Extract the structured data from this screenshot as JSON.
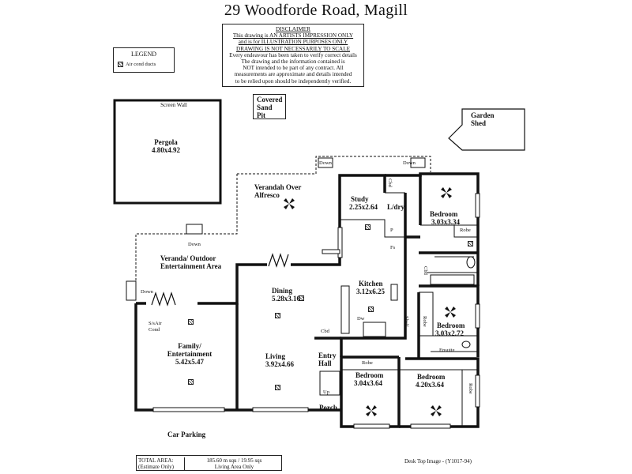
{
  "title": "29 Woodforde Road, Magill",
  "disclaimer": {
    "heading": "DISCLAIMER",
    "line1": "This drawing is AN ARTISTS IMPRESSION ONLY",
    "line2": "and is for ILLUSTRATION PURPOSES ONLY",
    "line3": "DRAWING IS NOT NECESSARILY TO SCALE",
    "line4": "Every endeavour has been taken to verify correct details",
    "line5": "The drawing and the information contained is",
    "line6": "NOT intended to be part of any contract. All",
    "line7": "measurements are approximate and details intended",
    "line8": "to be relied upon should be independently verified."
  },
  "legend": {
    "title": "LEGEND",
    "item": "Air cond ducts"
  },
  "rooms": {
    "pergola_name": "Pergola",
    "pergola_size": "4.80x4.92",
    "screen_wall": "Screen Wall",
    "sandpit": [
      "Covered",
      "Sand",
      "Pit"
    ],
    "garden_shed": [
      "Garden",
      "Shed"
    ],
    "verandah_alfresco": [
      "Verandah Over",
      "Alfresco"
    ],
    "veranda_outdoor": [
      "Veranda/ Outdoor",
      "Entertainment Area"
    ],
    "study_name": "Study",
    "study_size": "2.25x2.64",
    "ldry": "L/dry",
    "bed1_name": "Bedroom",
    "bed1_size": "3.03x3.34",
    "dining_name": "Dining",
    "dining_size": "5.28x3.16",
    "kitchen_name": "Kitchen",
    "kitchen_size": "3.12x6.25",
    "bed2_name": "Bedroom",
    "bed2_size": "3.03x2.72",
    "family_name": [
      "Family/",
      "Entertainment"
    ],
    "family_size": "5.42x5.47",
    "living_name": "Living",
    "living_size": "3.92x4.66",
    "entry": [
      "Entry",
      "Hall"
    ],
    "bed3_name": "Bedroom",
    "bed3_size": "3.04x3.64",
    "bed4_name": "Bedroom",
    "bed4_size": "4.20x3.64",
    "porch": "Porch",
    "car_parking": "Car Parking"
  },
  "small_labels": {
    "down": "Down",
    "up": "Up",
    "cbd": "Cbd",
    "robe": "Robe",
    "p": "P",
    "fs": "Fs",
    "dw": "Dw",
    "shelf": "Shelf",
    "ensuite": "Ensuite",
    "s_air_cond": [
      "S/sAir",
      "Cond"
    ]
  },
  "totals": {
    "label": "TOTAL AREA:",
    "label2": "(Estimate Only)",
    "area": "185.60 m squ / 19.95 sqs",
    "area2": "Living Area Only"
  },
  "footer": "Desk Top Image - (Y1017-94)"
}
